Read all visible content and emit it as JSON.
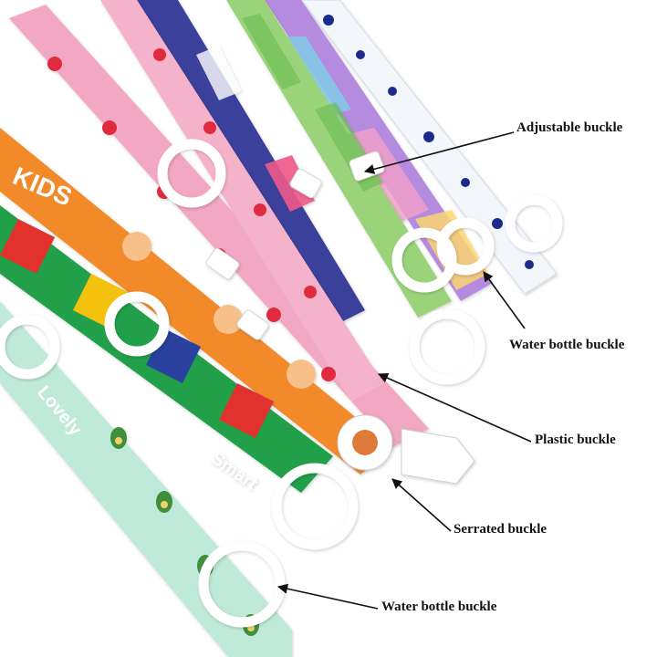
{
  "labels": {
    "adjustable_buckle": "Adjustable buckle",
    "water_bottle_buckle_top": "Water bottle buckle",
    "plastic_buckle": "Plastic buckle",
    "serrated_buckle": "Serrated buckle",
    "water_bottle_buckle_bottom": "Water bottle buckle"
  },
  "strap_print_text": {
    "kids": "KIDS",
    "smart": "Smart",
    "lovely": "Lovely"
  },
  "colors": {
    "pink_strap": "#f2a7c3",
    "navy_strap": "#3a3f9a",
    "green_leaf_strap": "#9bd37a",
    "rainbow_strap": "#b58be0",
    "white_strap": "#f3f6fb",
    "orange_strap": "#f28a2a",
    "stripe_red": "#e2332f",
    "stripe_green": "#20a04a",
    "stripe_yellow": "#f4c20d",
    "stripe_blue": "#2c3f9e",
    "mint_strap": "#bfe9d8",
    "buckle_white": "#ffffff",
    "arrow": "#111111"
  }
}
